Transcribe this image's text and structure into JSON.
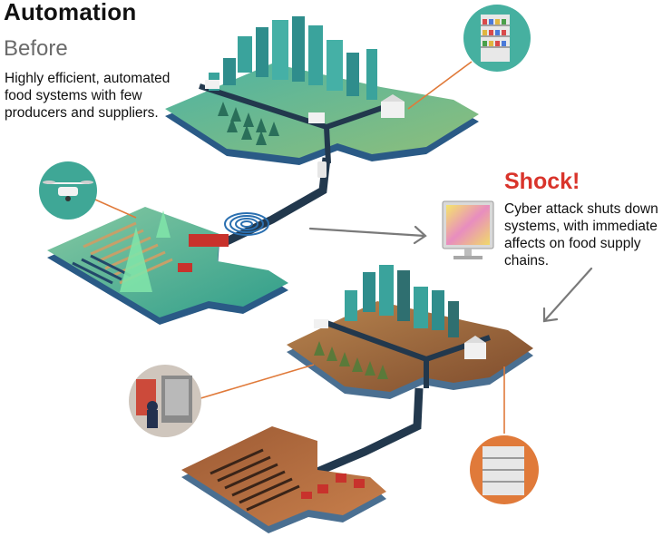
{
  "title": "Automation",
  "before": {
    "heading": "Before",
    "description": "Highly efficient, automated food systems with few producers and suppliers."
  },
  "shock": {
    "heading": "Shock!",
    "description": "Cyber attack shuts down systems, with immediate affects on food supply chains."
  },
  "colors": {
    "shock_red": "#d9342b",
    "callout_line": "#e07a3a",
    "arrow_gray": "#7a7a7a",
    "road": "#22384d",
    "before_ground": "#3fae8e",
    "before_ground_edge": "#2a5a86",
    "after_ground": "#b36a3c",
    "after_ground_edge": "#4a6f91",
    "city_teal": "#3fa7a0"
  },
  "icons": [
    "drone-icon",
    "supermarket-shelves-icon",
    "computer-monitor-icon",
    "broken-vending-machine-icon",
    "empty-shelves-icon"
  ]
}
